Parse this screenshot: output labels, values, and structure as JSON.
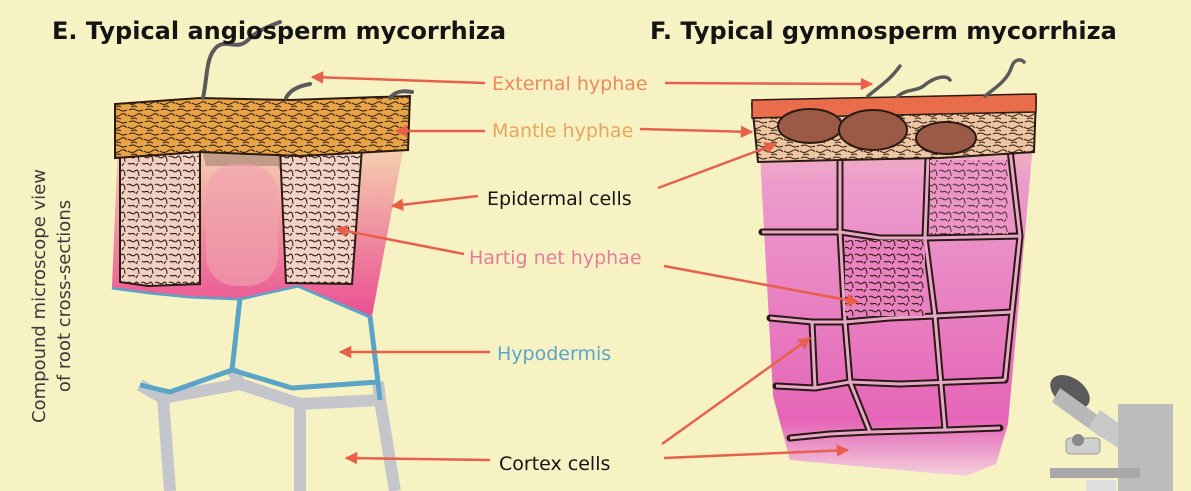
{
  "titles": {
    "left": "E. Typical angiosperm mycorrhiza",
    "right": "F. Typical gymnosperm mycorrhiza"
  },
  "side_label": {
    "line1": "Compound microscope view",
    "line2": "of root cross-sections"
  },
  "labels": {
    "external_hyphae": "External hyphae",
    "mantle_hyphae": "Mantle hyphae",
    "epidermal_cells": "Epidermal cells",
    "hartig_net_hyphae": "Hartig net hyphae",
    "hypodermis": "Hypodermis",
    "cortex_cells": "Cortex cells"
  },
  "colors": {
    "background": "#f7f2c4",
    "arrow": "#e8604a",
    "mantle": "#e9a446",
    "epidermis_gradient_top": "#f5d6b0",
    "epidermis_gradient_bottom": "#ea4f92",
    "hypodermis": "#5aa4c8",
    "cortex_outline": "#c4c4cc",
    "gymnosperm_tissue": "#e882bd",
    "gymnosperm_mantle": "#e96d4a",
    "hartig_label": "#e57d98",
    "external_label": "#ec8a5c",
    "mantle_label": "#e8a65a"
  },
  "icons": [
    "microscope-icon"
  ]
}
